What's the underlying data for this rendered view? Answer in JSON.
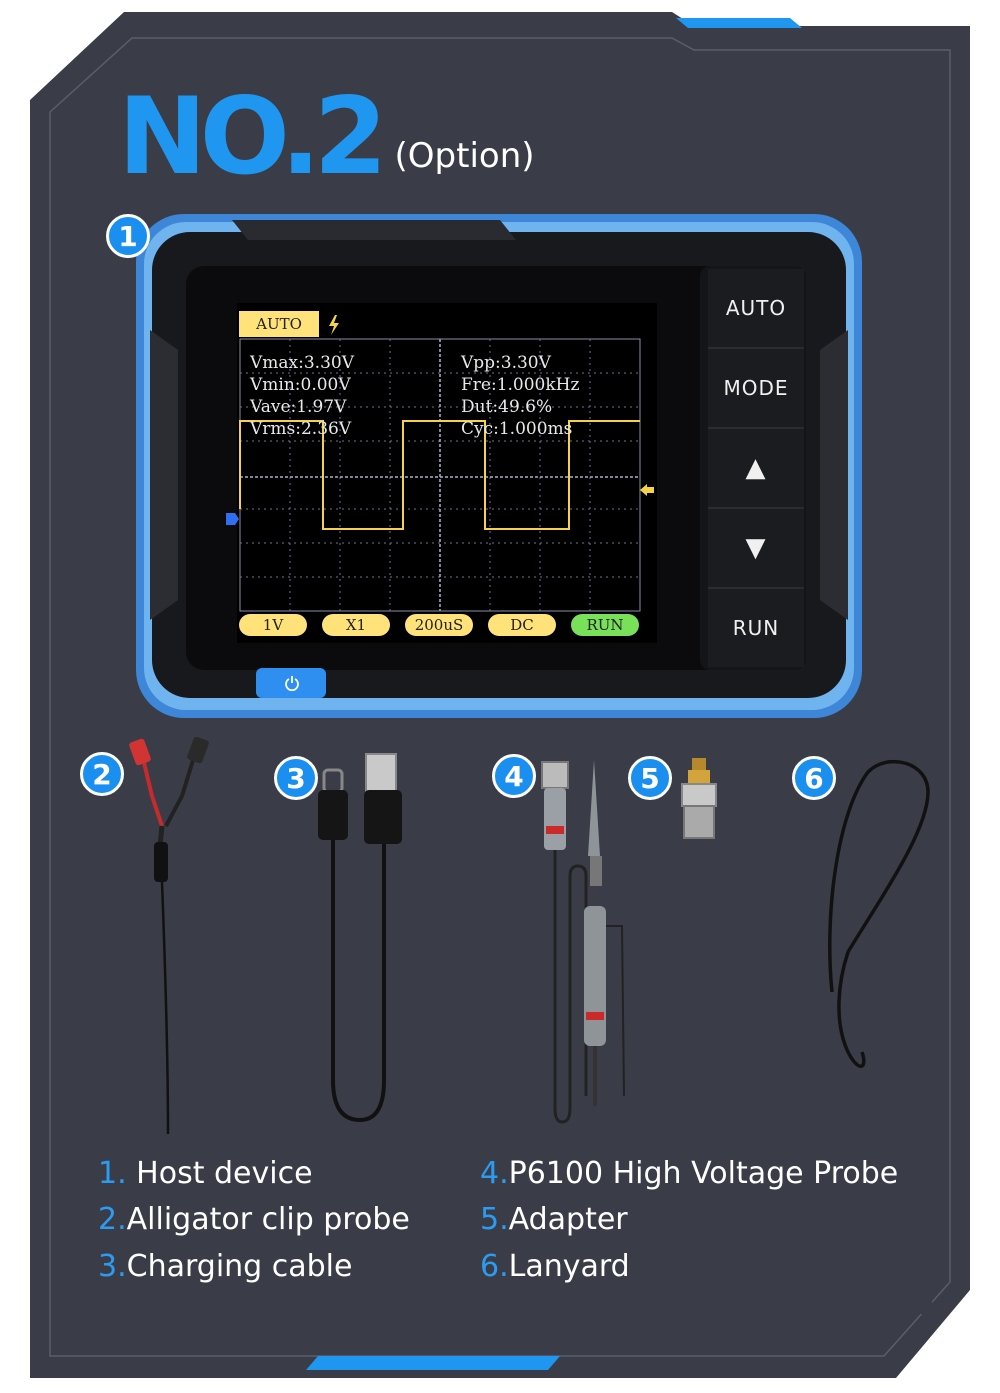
{
  "header": {
    "title": "NO.2",
    "subtitle": "(Option)"
  },
  "badges": [
    "1",
    "2",
    "3",
    "4",
    "5",
    "6"
  ],
  "device": {
    "buttons": {
      "auto": "AUTO",
      "mode": "MODE",
      "up": "▲",
      "down": "▼",
      "run": "RUN"
    },
    "screen": {
      "mode_tag": "AUTO",
      "left_readouts": [
        "Vmax:3.30V",
        "Vmin:0.00V",
        "Vave:1.97V",
        "Vrms:2.36V"
      ],
      "right_readouts": [
        "Vpp:3.30V",
        "Fre:1.000kHz",
        "Dut:49.6%",
        "Cyc:1.000ms"
      ],
      "bottom_tags": [
        "1V",
        "X1",
        "200uS",
        "DC",
        "RUN"
      ]
    },
    "icons": [
      "power-icon",
      "trigger-icon",
      "trigger-level-arrow-icon",
      "channel-marker-icon"
    ]
  },
  "accessories": {
    "icons": [
      "alligator-clip-probe-icon",
      "usb-c-charging-cable-icon",
      "high-voltage-probe-icon",
      "bnc-adapter-icon",
      "lanyard-icon"
    ]
  },
  "legend": {
    "left": [
      {
        "num": "1.",
        "label": "Host device"
      },
      {
        "num": "2.",
        "label": "Alligator clip probe"
      },
      {
        "num": "3.",
        "label": "Charging cable"
      }
    ],
    "right": [
      {
        "num": "4.",
        "label": "P6100 High Voltage Probe"
      },
      {
        "num": "5.",
        "label": "Adapter"
      },
      {
        "num": "6.",
        "label": "Lanyard"
      }
    ]
  },
  "colors": {
    "panel": "#3a3d48",
    "accent": "#1f97f0",
    "signal": "#f5d24a",
    "run_tag": "#79e05a"
  }
}
